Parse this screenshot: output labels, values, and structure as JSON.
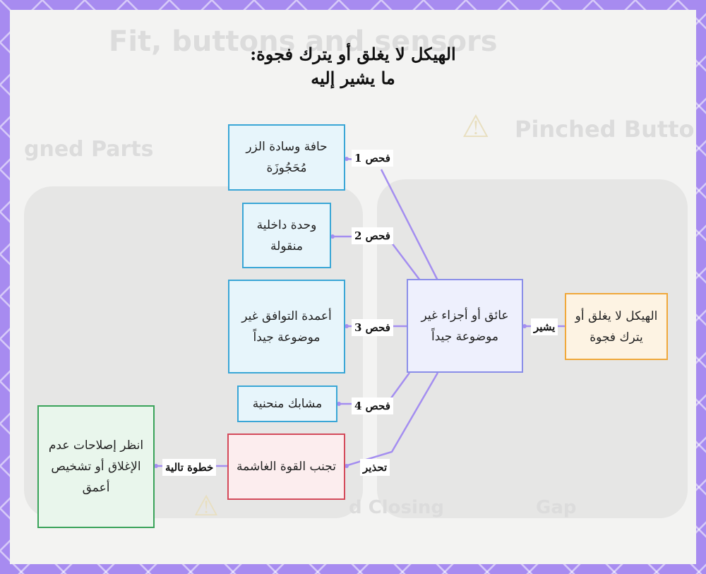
{
  "title": {
    "line1": "الهيكل لا يغلق أو يترك فجوة:",
    "line2": "ما يشير إليه"
  },
  "background_text": {
    "header": "Fit, buttons and sensors",
    "left_label": "gned Parts",
    "right_label": "Pinched Butto",
    "bottom_label1": "d Closing",
    "bottom_label2": "Gap"
  },
  "colors": {
    "frame": "#a78bf0",
    "line": "#a48ef0",
    "blue": "#3aa6d6",
    "purple": "#8a8ee8",
    "orange": "#f0a83a",
    "red": "#d44a5a",
    "green": "#3aa35a"
  },
  "nodes": {
    "start": "الهيكل لا يغلق أو يترك فجوة",
    "cause": "عائق أو أجزاء غير موضوعة جيداً",
    "check1": "حافة وسادة الزر مُحَجُوزَة",
    "check2": "وحدة داخلية منقولة",
    "check3": "أعمدة التوافق غير موضوعة جيداً",
    "check4": "مشابك منحنية",
    "warning": "تجنب القوة الغاشمة",
    "next": "انظر إصلاحات عدم الإغلاق أو تشخيص أعمق"
  },
  "edges": {
    "indicates": "يشير",
    "check1": "فحص 1",
    "check2": "فحص 2",
    "check3": "فحص 3",
    "check4": "فحص 4",
    "warning": "تحذير",
    "next_step": "خطوة تالية"
  }
}
